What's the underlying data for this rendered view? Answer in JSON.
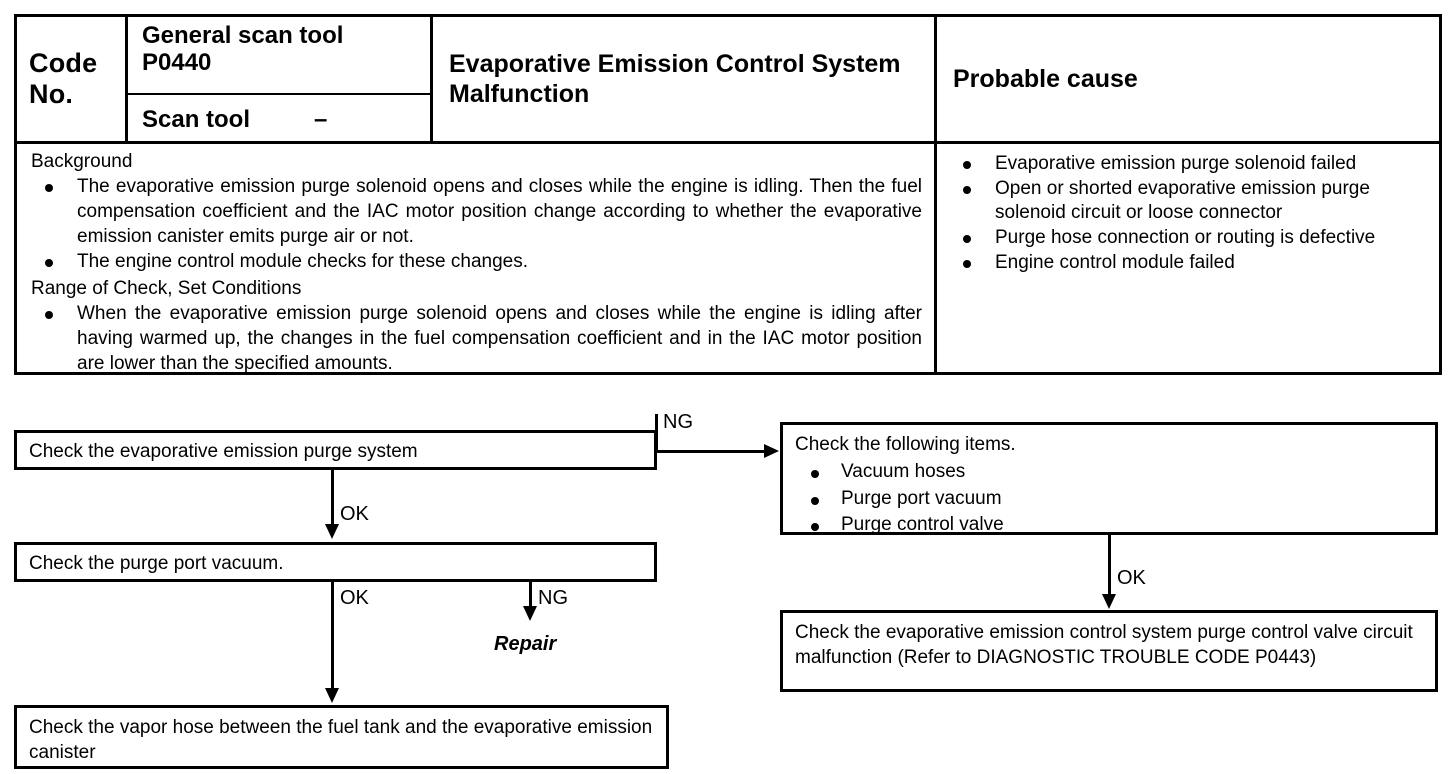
{
  "table": {
    "code_label": "Code\nNo.",
    "code_label_line1": "Code",
    "code_label_line2": "No.",
    "general_scan_tool_label": "General scan tool",
    "general_scan_tool_value": "P0440",
    "scan_tool_label": "Scan tool",
    "scan_tool_value": "–",
    "title": "Evaporative Emission Control System Malfunction",
    "probable_cause_header": "Probable cause",
    "background_heading": "Background",
    "background_items": [
      "The evaporative emission purge solenoid opens and closes while the engine is idling. Then the fuel compensation coefficient and the IAC motor position change according to whether the evaporative emission canister emits purge air or not.",
      "The engine control module checks for these changes."
    ],
    "range_heading": "Range of Check, Set Conditions",
    "range_items": [
      "When the evaporative emission purge solenoid opens and closes while the engine is idling after having warmed up, the changes in the fuel compensation coefficient and in the IAC motor position are lower than the specified amounts."
    ],
    "probable_causes": [
      "Evaporative emission purge solenoid failed",
      "Open or shorted evaporative emission purge solenoid circuit or loose connector",
      "Purge hose connection or routing is defective",
      "Engine control module failed"
    ]
  },
  "flowchart": {
    "box_purge_system": "Check the evaporative emission purge system",
    "box_purge_port": "Check the purge port vacuum.",
    "box_vapor_hose": "Check the vapor hose between the fuel tank and the evaporative emission canister",
    "box_check_items_heading": "Check the following items.",
    "box_check_items_list": [
      "Vacuum hoses",
      "Purge port vacuum",
      "Purge control valve"
    ],
    "box_p0443": "Check the evaporative emission control system purge control valve circuit malfunction (Refer to  DIAGNOSTIC TROUBLE CODE P0443)",
    "label_ng_1": "NG",
    "label_ok_1": "OK",
    "label_ok_2": "OK",
    "label_ng_2": "NG",
    "label_repair": "Repair",
    "label_ok_3": "OK"
  }
}
